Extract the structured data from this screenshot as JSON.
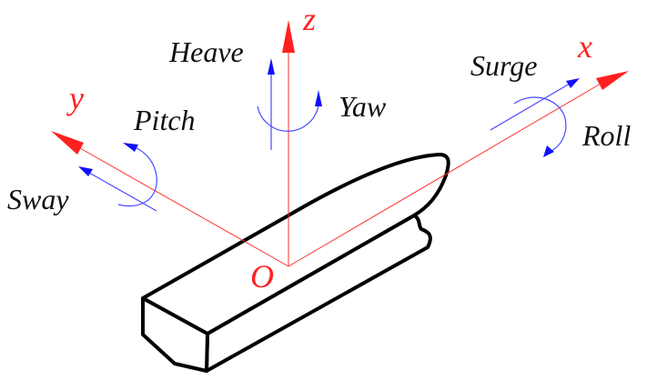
{
  "axes": {
    "x": "x",
    "y": "y",
    "z": "z",
    "origin": "O"
  },
  "motions": {
    "surge": "Surge",
    "sway": "Sway",
    "heave": "Heave",
    "roll": "Roll",
    "pitch": "Pitch",
    "yaw": "Yaw"
  },
  "colors": {
    "axis": "#ff2020",
    "motion": "#3a3aff",
    "hull": "#000000"
  }
}
